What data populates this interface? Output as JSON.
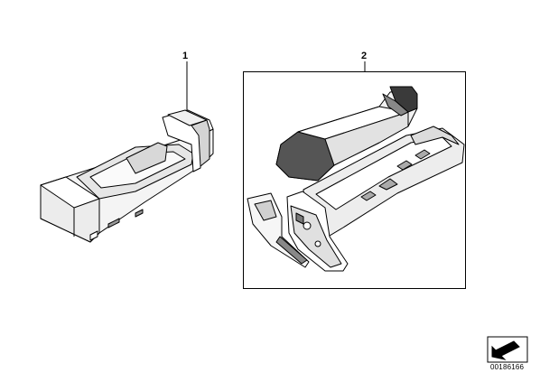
{
  "callouts": [
    {
      "label": "1"
    },
    {
      "label": "2"
    }
  ],
  "image_code": "00186166",
  "colors": {
    "line": "#000000",
    "shade_light": "#e6e6e6",
    "shade_mid": "#c8c8c8",
    "shade_dark": "#555555",
    "background": "#ffffff"
  },
  "icons": [
    "arrow-symbol-icon"
  ]
}
